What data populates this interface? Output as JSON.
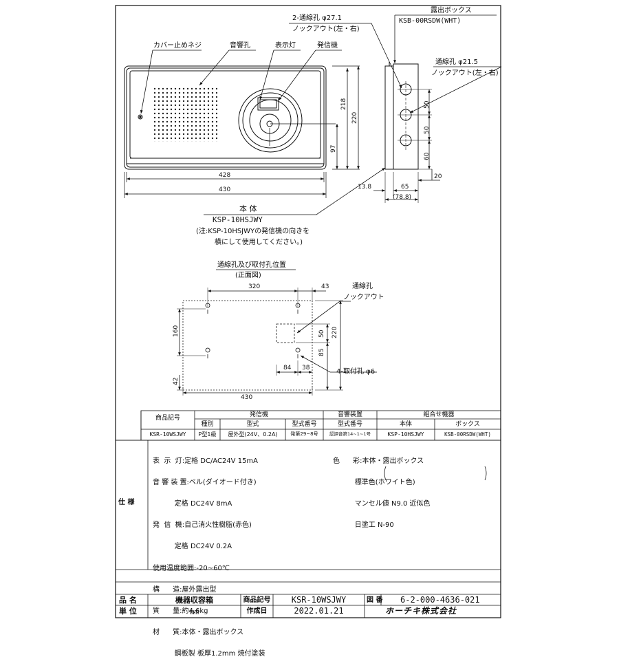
{
  "front_view": {
    "callouts": {
      "cover_screw": "カバー止めネジ",
      "sounder_hole": "音響孔",
      "indicator": "表示灯",
      "transmitter": "発信機",
      "knockout_top_size": "2-通線孔 φ27.1",
      "knockout_top_label": "ノックアウト(左・右)",
      "box_title": "露出ボックス",
      "box_model": "KSB-00RSDW(WHT)",
      "knockout_side_size": "通線孔 φ21.5",
      "knockout_side_label": "ノックアウト(左・右)"
    },
    "dims": {
      "w_inner": "428",
      "w_outer": "430",
      "h_218": "218",
      "h_220": "220",
      "h_97": "97",
      "d_13_8": "13.8",
      "d_65": "65",
      "d_78_8": "(78.8)",
      "d_20": "20",
      "side_50a": "50",
      "side_50b": "50",
      "side_60": "60"
    },
    "body_label": "本 体",
    "body_model": "KSP-10HSJWY",
    "note_line1": "(注:KSP-10HSJWYの発信機の向きを",
    "note_line2": "横にして使用してください。)"
  },
  "hole_view": {
    "title": "通線孔及び取付孔位置",
    "subtitle": "(正面図)",
    "dims": {
      "d_320": "320",
      "d_43": "43",
      "d_160": "160",
      "d_50": "50",
      "d_220": "220",
      "d_85": "85",
      "d_84": "84",
      "d_38": "38",
      "d_42": "42",
      "d_430": "430"
    },
    "knockout_label1": "通線孔",
    "knockout_label2": "ノックアウト",
    "mount_hole": "4-取付孔 φ6"
  },
  "spec_table": {
    "h_product_code": "商品記号",
    "h_transmitter": "発信機",
    "h_type": "種別",
    "h_model_type": "型式",
    "h_model_number": "型式番号",
    "h_sounder": "音響装置",
    "h_sounder_model_number": "型式番号",
    "h_combo": "組合せ機器",
    "h_body": "本体",
    "h_box": "ボックス",
    "v_product_code": "KSR-10WSJWY",
    "v_type": "P型1級",
    "v_model_type": "屋外型(24V、0.2A)",
    "v_model_number": "発第29~8号",
    "v_sounder_model_number": "認評音第14~1~1号",
    "v_body": "KSP-10HSJWY",
    "v_box": "KSB-00RSDW(WHT)"
  },
  "specs": {
    "section_label": "仕 様",
    "left": [
      "表  示  灯:定格 DC/AC24V 15mA",
      "音 響 装 置:ベル(ダイオード付き)",
      "          定格 DC24V 8mA",
      "発  信  機:自己消火性樹脂(赤色)",
      "          定格 DC24V 0.2A",
      "使用温度範囲:-20~60℃",
      "構      造:屋外露出型",
      "質      量:約4.6kg",
      "材      質:本体・露出ボックス",
      "          鋼板製 板厚1.2mm 焼付塗装"
    ],
    "right": [
      "色      彩:本体・露出ボックス",
      "          標準色(ホワイト色)",
      "          マンセル値 N9.0 近似色",
      "          日塗工 N-90"
    ]
  },
  "title_block": {
    "name_label": "品 名",
    "name_value": "機器収容箱",
    "code_label": "商品記号",
    "code_value": "KSR-10WSJWY",
    "drawing_label": "図 番",
    "drawing_value": "6-2-000-4636-021",
    "unit_label": "単 位",
    "unit_value": "mm",
    "date_label": "作成日",
    "date_value": "2022.01.21",
    "company": "ホーチキ株式会社"
  }
}
